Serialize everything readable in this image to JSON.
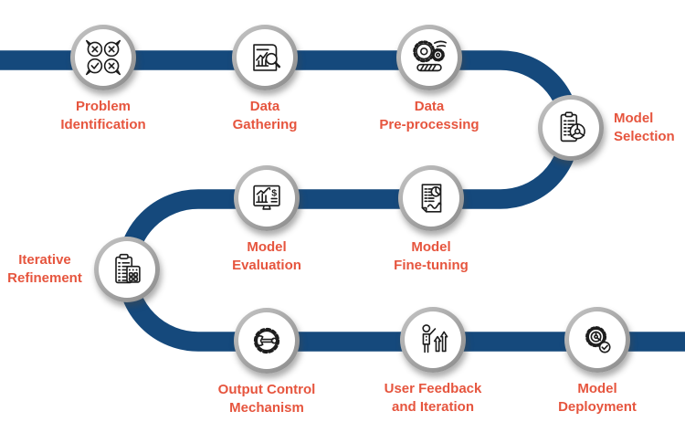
{
  "diagram_title": "",
  "colors": {
    "path_blue": "#15497C",
    "label_red": "#E6553E",
    "ring_gray": "#A3A3A3",
    "icon_stroke": "#1D1D1D",
    "background": "#FFFFFF"
  },
  "nodes": [
    {
      "id": "problem-identification",
      "icon": "chat-bubbles-check-icon",
      "line1": "Problem",
      "line2": "Identification",
      "label_position": "below"
    },
    {
      "id": "data-gathering",
      "icon": "document-chart-magnifier-icon",
      "line1": "Data",
      "line2": "Gathering",
      "label_position": "below"
    },
    {
      "id": "data-pre-processing",
      "icon": "gears-progress-bar-icon",
      "line1": "Data",
      "line2": "Pre-processing",
      "label_position": "below"
    },
    {
      "id": "model-selection",
      "icon": "clipboard-pie-chart-icon",
      "line1": "Model",
      "line2": "Selection",
      "label_position": "right"
    },
    {
      "id": "model-evaluation",
      "icon": "monitor-chart-dollar-icon",
      "line1": "Model",
      "line2": "Evaluation",
      "label_position": "below"
    },
    {
      "id": "model-fine-tuning",
      "icon": "report-pie-scribble-icon",
      "line1": "Model",
      "line2": "Fine-tuning",
      "label_position": "below"
    },
    {
      "id": "iterative-refinement",
      "icon": "clipboard-calculator-icon",
      "line1": "Iterative",
      "line2": "Refinement",
      "label_position": "left"
    },
    {
      "id": "output-control-mechanism",
      "icon": "gear-wrench-icon",
      "line1": "Output Control",
      "line2": "Mechanism",
      "label_position": "below"
    },
    {
      "id": "user-feedback-iteration",
      "icon": "person-growth-arrows-icon",
      "line1": "User Feedback",
      "line2": "and Iteration",
      "label_position": "below"
    },
    {
      "id": "model-deployment",
      "icon": "gear-checkmark-icon",
      "line1": "Model",
      "line2": "Deployment",
      "label_position": "below"
    }
  ]
}
